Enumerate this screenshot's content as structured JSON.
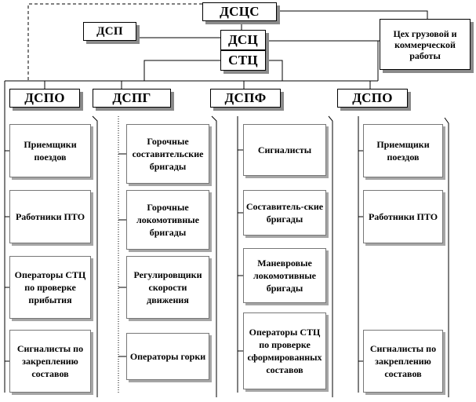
{
  "top": {
    "dscs": "ДСЦС",
    "dsp": "ДСП",
    "dsc": "ДСЦ",
    "stc": "СТЦ",
    "cargo": "Цех грузовой и коммерческой работы"
  },
  "columns": [
    {
      "id": "dspo-left",
      "header": "ДСПО",
      "items": [
        "Приемщики поездов",
        "Работники ПТО",
        "Операторы СТЦ по проверке прибытия",
        "Сигналисты по закреплению составов"
      ]
    },
    {
      "id": "dspg",
      "header": "ДСПГ",
      "items": [
        "Горочные составительские бригады",
        "Горочные локомотивные бригады",
        "Регулировщики скорости движения",
        "Операторы горки"
      ]
    },
    {
      "id": "dspf",
      "header": "ДСПФ",
      "items": [
        "Сигналисты",
        "Составитель-ские бригады",
        "Маневровые локомотивные бригады",
        "Операторы СТЦ по проверке сформированных составов"
      ]
    },
    {
      "id": "dspo-right",
      "header": "ДСПО",
      "items": [
        "Приемщики поездов",
        "Работники ПТО",
        "Сигналисты по закреплению составов"
      ]
    }
  ]
}
